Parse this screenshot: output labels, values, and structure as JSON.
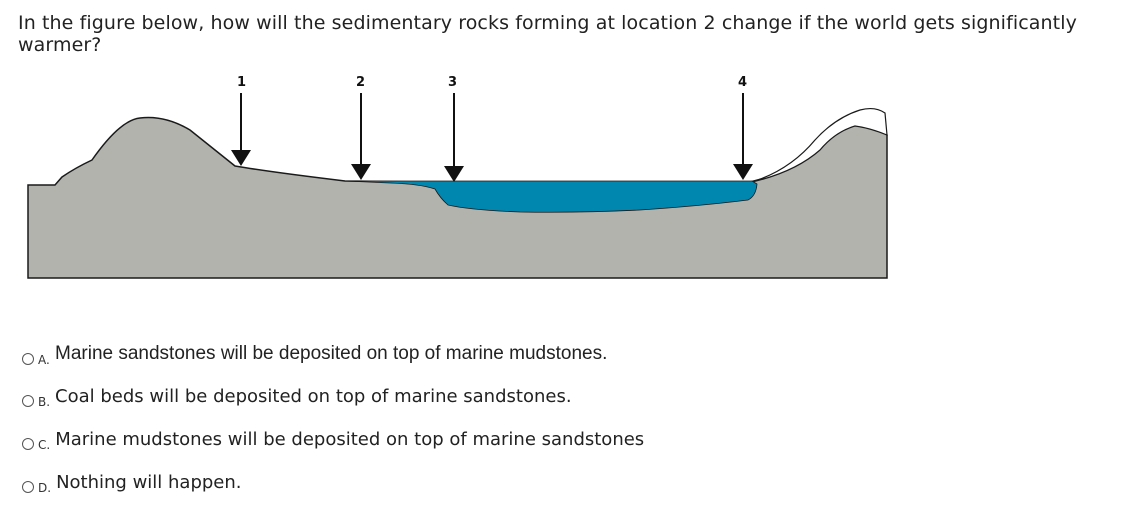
{
  "question": {
    "text": "In the figure below, how will the sedimentary rocks forming at location 2 change if the world gets significantly warmer?"
  },
  "figure": {
    "locations": [
      "1",
      "2",
      "3",
      "4"
    ],
    "colors": {
      "land": "#b3b3ae",
      "water": "#0087b0",
      "ice": "#ffffff",
      "outline": "#1a1a1a"
    }
  },
  "options": [
    {
      "letter": "A.",
      "text": "Marine sandstones will be deposited on top of marine mudstones."
    },
    {
      "letter": "B.",
      "text": "Coal beds will be deposited on top of marine sandstones."
    },
    {
      "letter": "C.",
      "text": "Marine mudstones will be deposited on top of marine sandstones"
    },
    {
      "letter": "D.",
      "text": "Nothing will happen."
    }
  ]
}
